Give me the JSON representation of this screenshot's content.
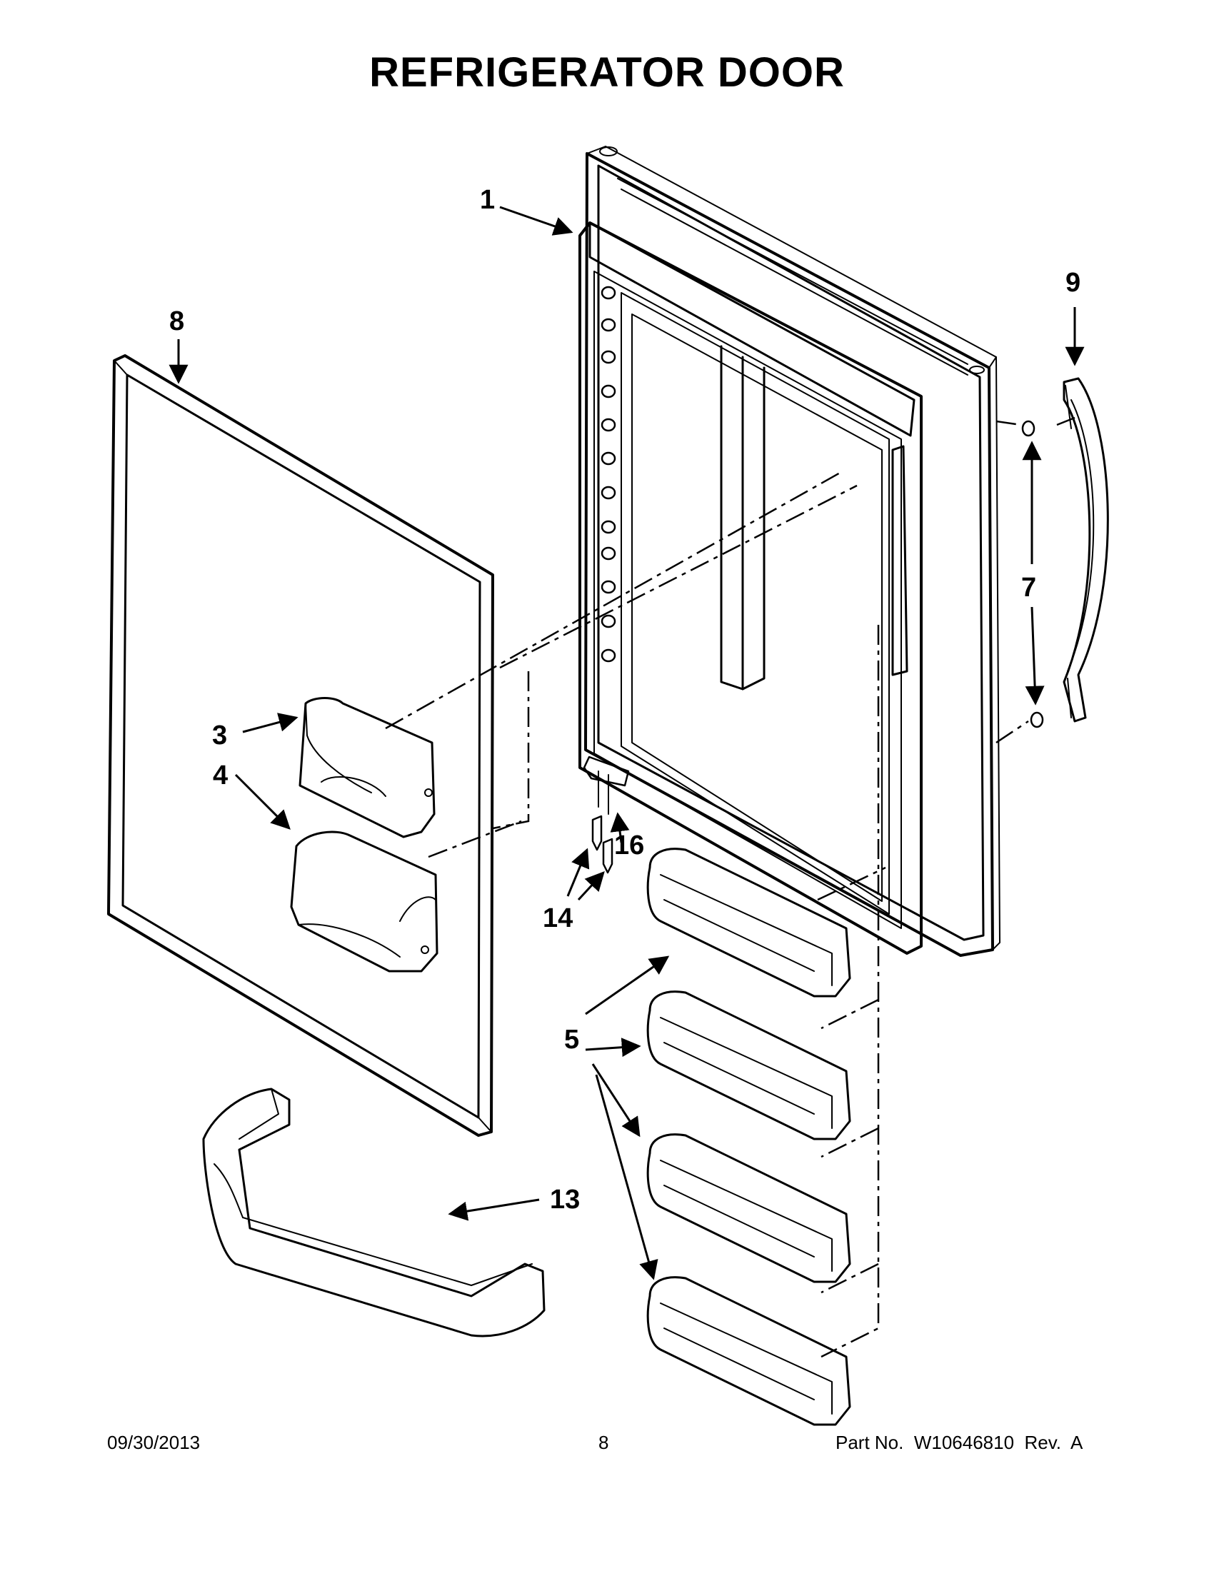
{
  "title": "REFRIGERATOR DOOR",
  "callouts": {
    "c1": "1",
    "c3": "3",
    "c4": "4",
    "c5": "5",
    "c7": "7",
    "c8": "8",
    "c9": "9",
    "c13": "13",
    "c14": "14",
    "c16": "16"
  },
  "footer": {
    "date": "09/30/2013",
    "page": "8",
    "part": "Part No.  W10646810  Rev.  A"
  }
}
